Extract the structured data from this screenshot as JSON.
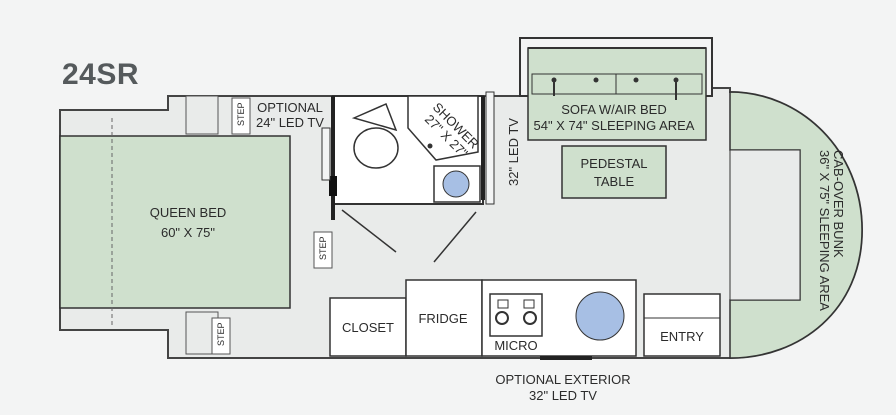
{
  "model": "24SR",
  "labels": {
    "optional_tv_line1": "OPTIONAL",
    "optional_tv_line2": "24\" LED TV",
    "step": "STEP",
    "shower_line1": "SHOWER",
    "shower_line2": "27\" X 27\"",
    "tv32": "32\" LED TV",
    "sofa_line1": "SOFA W/AIR BED",
    "sofa_line2": "54\" X 74\" SLEEPING AREA",
    "pedestal_line1": "PEDESTAL",
    "pedestal_line2": "TABLE",
    "cabover_line1": "CAB-OVER BUNK",
    "cabover_line2": "36\" X 75\" SLEEPING AREA",
    "queen_line1": "QUEEN BED",
    "queen_line2": "60\" X 75\"",
    "closet": "CLOSET",
    "fridge": "FRIDGE",
    "micro": "MICRO",
    "entry": "ENTRY",
    "exterior_line1": "OPTIONAL EXTERIOR",
    "exterior_line2": "32\" LED TV"
  },
  "colors": {
    "bed_fill": "#cfe0cd",
    "floor": "#e9ebea",
    "wall": "#333333",
    "sink_blue": "#a7bfe4"
  }
}
